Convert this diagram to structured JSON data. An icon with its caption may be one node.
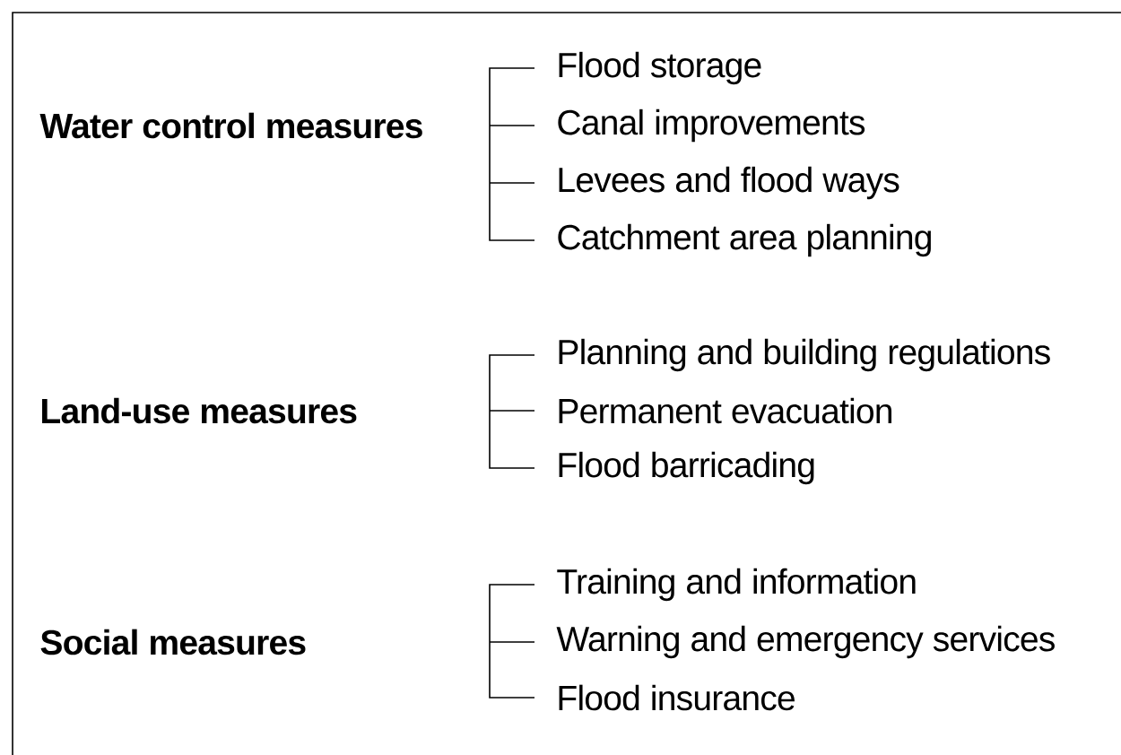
{
  "diagram": {
    "nodes": [
      {
        "text": [
          "Water control measures"
        ]
      },
      {
        "text": [
          "Flood storage"
        ]
      },
      {
        "text": [
          "Canal improvements"
        ]
      },
      {
        "text": [
          "Levees and flood ways"
        ]
      },
      {
        "text": [
          "Catchment area planning"
        ]
      },
      {
        "text": [
          "Land-use measures"
        ]
      },
      {
        "text": [
          "Planning and building regulations"
        ]
      },
      {
        "text": [
          "Permanent evacuation"
        ]
      },
      {
        "text": [
          "Flood barricading"
        ]
      },
      {
        "text": [
          "Social measures"
        ]
      },
      {
        "text": [
          "Training and information"
        ]
      },
      {
        "text": [
          "Warning and emergency services"
        ]
      },
      {
        "text": [
          "Flood insurance"
        ]
      }
    ]
  }
}
